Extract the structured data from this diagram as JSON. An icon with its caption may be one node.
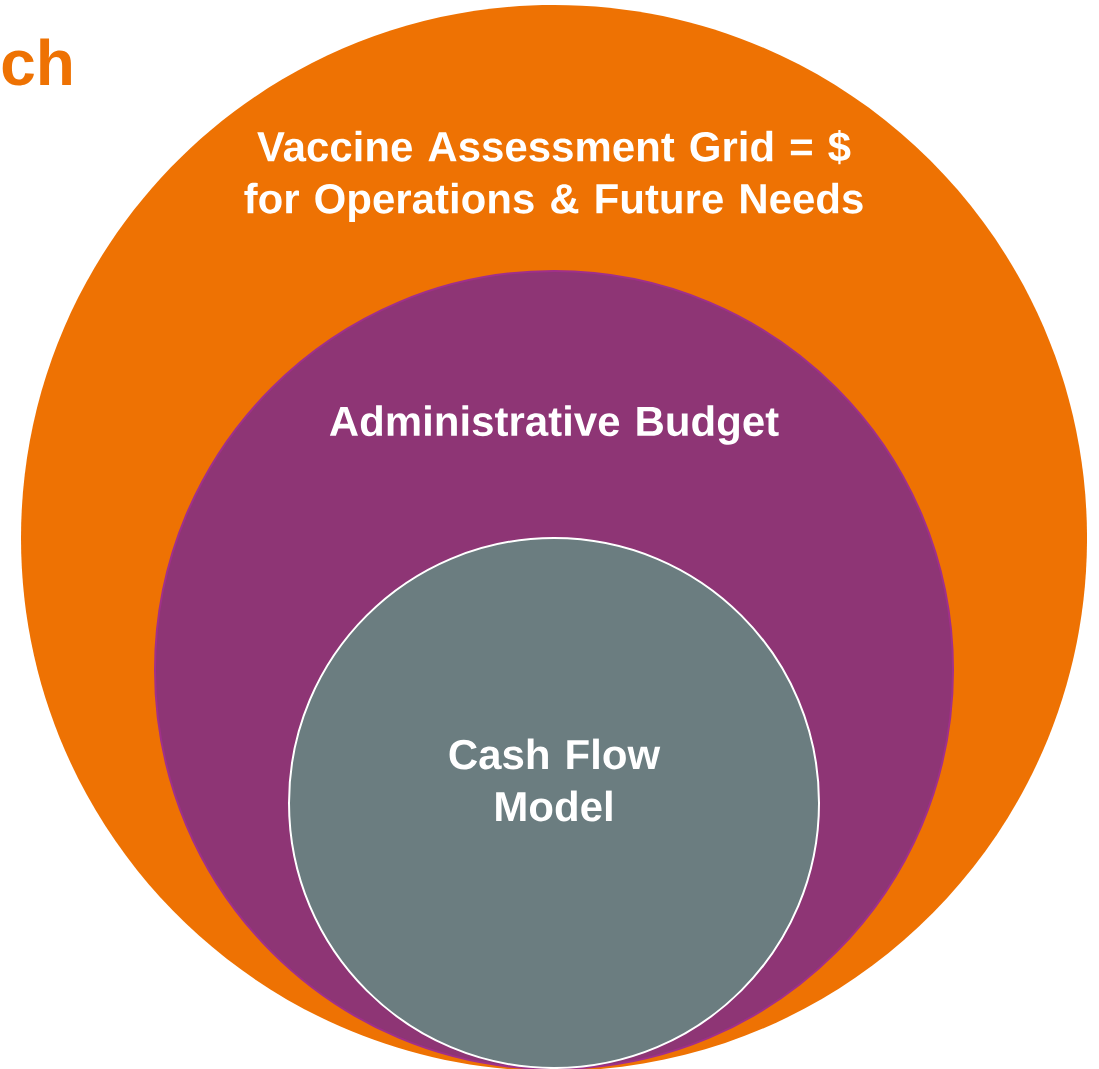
{
  "diagram": {
    "nodes": [
      {
        "text": [
          "Vaccine Assessment Grid = $ for Operations & Future Needs"
        ]
      },
      {
        "text": [
          "Administrative Budget"
        ],
        "in": 0
      },
      {
        "text": [
          "Cash Flow Model"
        ],
        "in": 1
      }
    ],
    "labels": [
      "ch"
    ]
  }
}
